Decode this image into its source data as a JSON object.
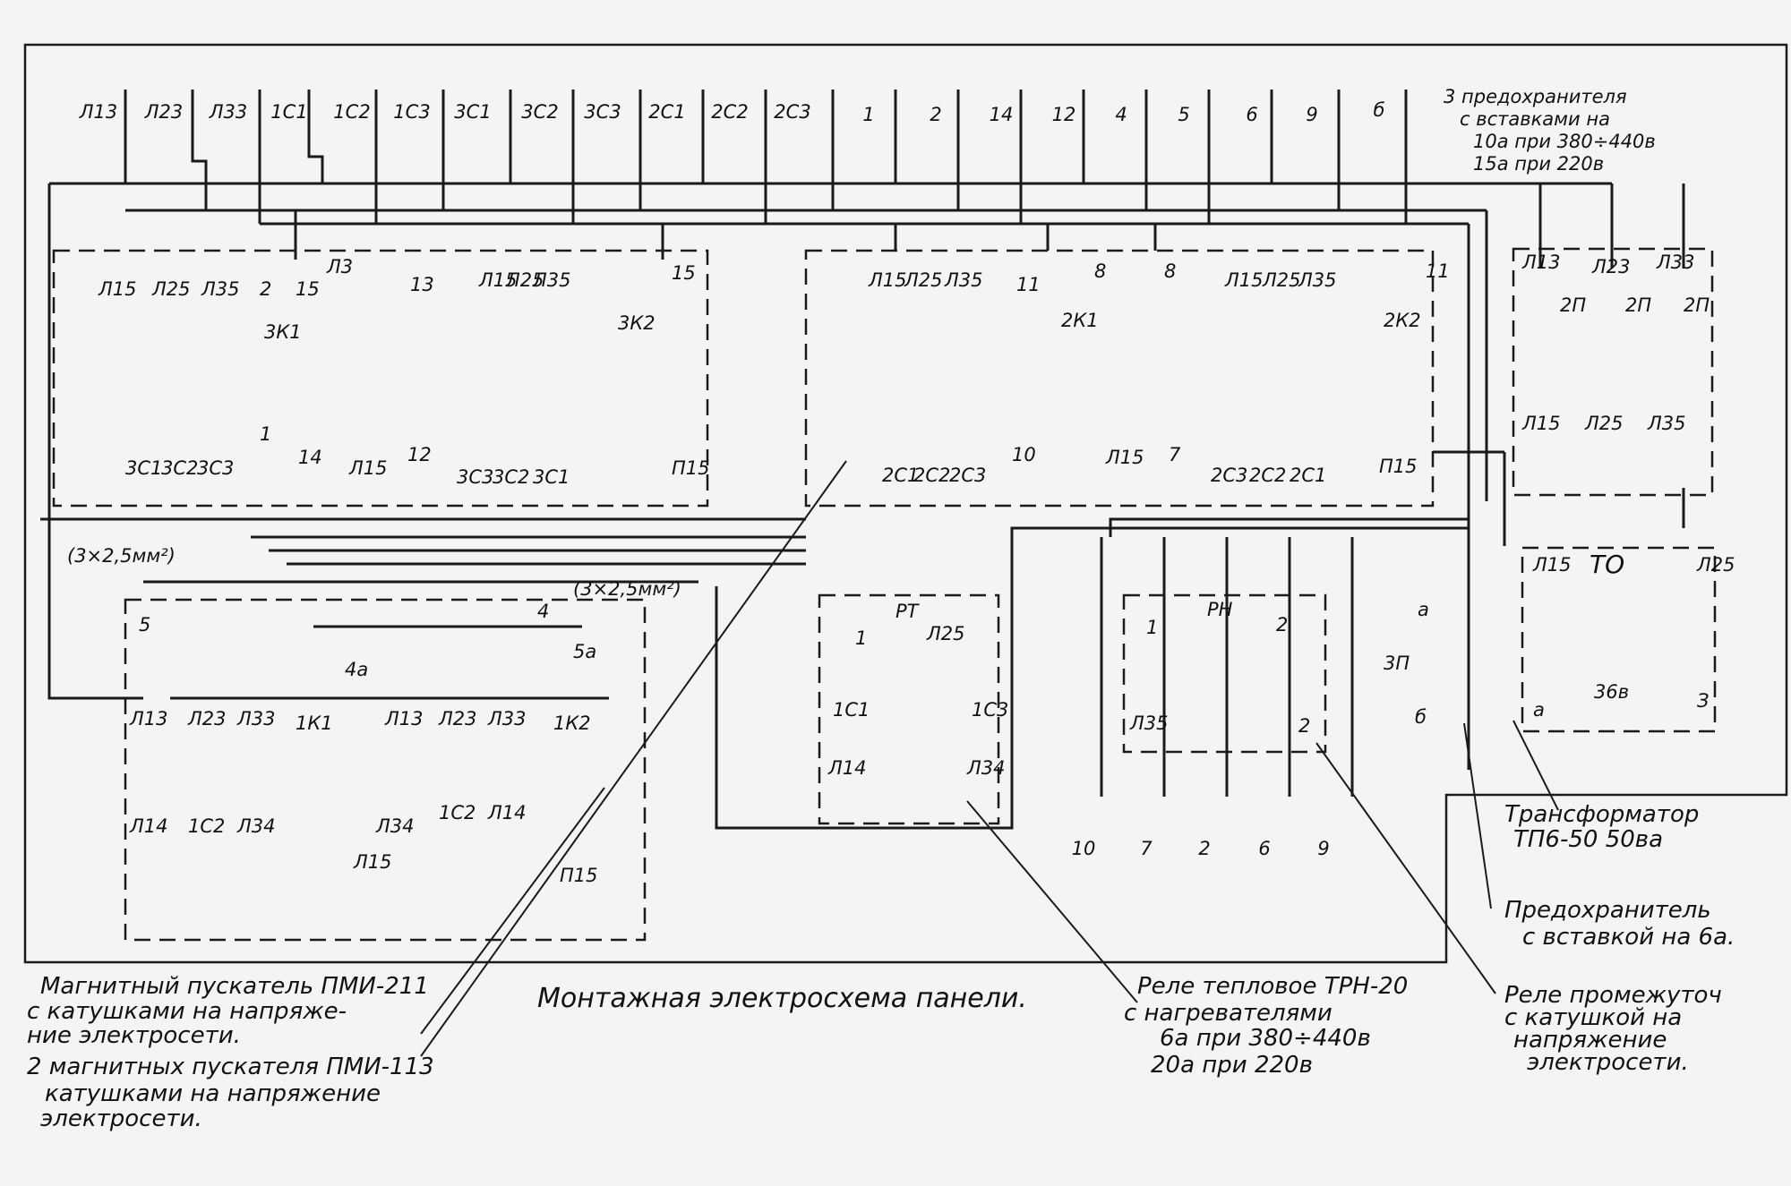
{
  "title": "Монтажная электросхема панели.",
  "top_terminals": [
    "Л13",
    "Л23",
    "Л33",
    "1С1",
    "1С2",
    "1С3",
    "3С1",
    "3С2",
    "3С3",
    "2С1",
    "2С2",
    "2С3",
    "1",
    "2",
    "14",
    "12",
    "4",
    "5",
    "6",
    "9",
    "б"
  ],
  "fuses_note": [
    "3 предохранителя",
    "с вставками на",
    "10а при 380÷440в",
    "15а при 220в"
  ],
  "bottom_terminals": [
    "10",
    "7",
    "2",
    "6",
    "9"
  ],
  "cable_labels": [
    "(3×2,5мм²)",
    "(3×2,5мм²)"
  ],
  "contactor_3k1": {
    "coil": "3К1",
    "labels": [
      "Л15",
      "Л25",
      "Л35",
      "2",
      "15",
      "Л3",
      "3С1",
      "3С2",
      "3С3",
      "1",
      "14",
      "Л15"
    ]
  },
  "contactor_3k2": {
    "coil": "3К2",
    "labels": [
      "13",
      "Л15",
      "Л25",
      "Л35",
      "15",
      "12",
      "3С3",
      "3С2",
      "3С1",
      "П15"
    ]
  },
  "contactor_2k1": {
    "coil": "2К1",
    "labels": [
      "Л15",
      "Л25",
      "Л35",
      "11",
      "8",
      "10",
      "2С1",
      "2С2",
      "2С3",
      "Л15"
    ]
  },
  "contactor_2k2": {
    "coil": "2К2",
    "labels": [
      "8",
      "Л15",
      "Л25",
      "Л35",
      "11",
      "7",
      "2С3",
      "2С2",
      "2С1",
      "П15"
    ]
  },
  "fuse_block": {
    "top": [
      "Л13",
      "Л23",
      "Л33"
    ],
    "fuse": "2П",
    "bottom": [
      "Л15",
      "Л25",
      "Л35"
    ]
  },
  "starter_1k": {
    "coils": [
      "1К1",
      "1К2"
    ],
    "labels": [
      "5",
      "4",
      "4а",
      "5а",
      "Л13",
      "Л23",
      "Л33",
      "Л13",
      "Л23",
      "Л33",
      "Л14",
      "1С2",
      "Л34",
      "Л34",
      "1С2",
      "Л14",
      "Л15",
      "П15"
    ]
  },
  "thermal_relay": {
    "name": "РТ",
    "labels": [
      "1",
      "Л25",
      "1С1",
      "1С3",
      "Л14",
      "Л34"
    ]
  },
  "intermediate_relay": {
    "name": "РН",
    "labels": [
      "1",
      "2",
      "Л35",
      "2"
    ]
  },
  "small_fuse": {
    "name": "3П",
    "labels": [
      "а",
      "б"
    ]
  },
  "transformer": {
    "name": "ТО",
    "labels": [
      "Л15",
      "Л25",
      "а",
      "36в",
      "З"
    ]
  },
  "captions": {
    "transformer": [
      "Трансформатор",
      "ТП6-50  50ва"
    ],
    "fuse": [
      "Предохранитель",
      "с вставкой на 6а."
    ],
    "relay_intermediate": [
      "Реле промежуточ",
      "с катушкой на",
      "напряжение",
      "электросети."
    ],
    "relay_thermal": [
      "Реле тепловое ТРН-20",
      "с нагревателями",
      "6а при 380÷440в",
      "20а при 220в"
    ],
    "starter_pmi211": [
      "Магнитный пускатель ПМИ-211",
      "с катушками на напряже-",
      "ние электросети."
    ],
    "starters_pmi113": [
      "2 магнитных пускателя ПМИ-113",
      "катушками на напряжение",
      "электросети."
    ]
  }
}
